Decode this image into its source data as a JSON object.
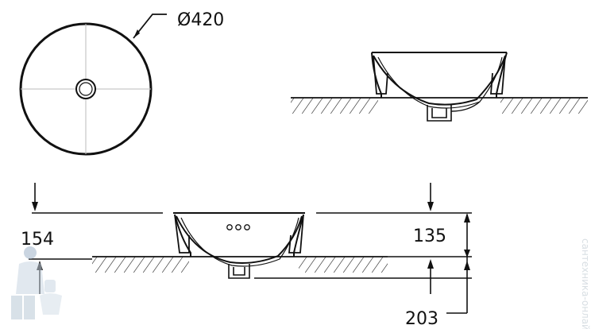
{
  "dimensions": {
    "diameter": "Ø420",
    "left_height": "154",
    "right_height": "135",
    "bottom_depth": "203"
  },
  "watermark": "сантехника-онлайн",
  "colors": {
    "line": "#111111",
    "center_line": "#bbbbbb",
    "watermark": "#b8c4cc"
  }
}
